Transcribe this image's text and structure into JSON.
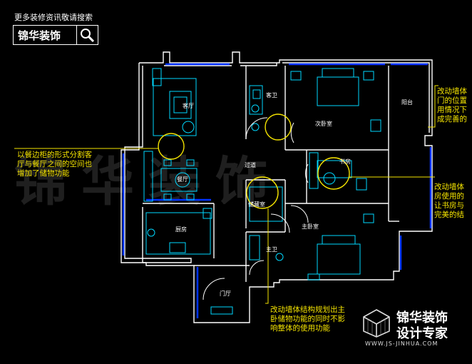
{
  "header": {
    "search_hint": "更多装修资讯敬请搜索",
    "brand": "锦华装饰",
    "search_icon": "magnifier-icon"
  },
  "rooms": {
    "living": "客厅",
    "dining": "餐厅",
    "kitchen": "厨房",
    "hall": "过道",
    "entry": "门厅",
    "guest_bath": "客卫",
    "master_bath": "主卫",
    "storage": "储藏室",
    "second_bed": "次卧室",
    "study": "书房",
    "master_bed": "主卧室",
    "balcony": "阳台"
  },
  "annotations": {
    "left": [
      "以餐边柜的形式分割客",
      "厅与餐厅之间的空间也",
      "增加了储物功能"
    ],
    "bottom": [
      "改动墙体结构规划出主",
      "卧储物功能的同时不影",
      "响整体的使用功能"
    ],
    "right_top": [
      "改动墙体",
      "门的位置",
      "用情况下",
      "成完善的"
    ],
    "right_mid": [
      "改动墙体",
      "房使用的",
      "让书房与",
      "完美的结"
    ]
  },
  "footer": {
    "brand": "锦华装饰",
    "subtitle": "设计专家",
    "url": "WWW.JS-JINHUA.COM",
    "logo_icon": "cube-logo-icon"
  },
  "watermark": "锦华装饰",
  "colors": {
    "background": "#000000",
    "wall": "#ffffff",
    "furniture": "#00d8ff",
    "window": "#0033ff",
    "annotation": "#f5e400"
  }
}
